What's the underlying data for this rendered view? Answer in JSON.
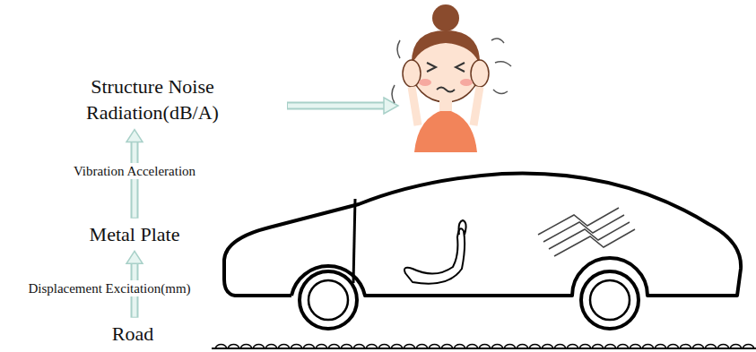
{
  "diagram": {
    "nodes": [
      {
        "text": [
          "Structure Noise Radiation(dB/A)"
        ]
      },
      {
        "text": [
          "Metal Plate"
        ]
      },
      {
        "text": [
          "Road"
        ]
      }
    ],
    "edges": [
      {
        "from": 2,
        "to": 1,
        "arrow": "to",
        "label": "Displacement Excitation(mm)"
      },
      {
        "from": 1,
        "to": 0,
        "arrow": "to",
        "label": "Vibration Acceleration"
      }
    ]
  }
}
